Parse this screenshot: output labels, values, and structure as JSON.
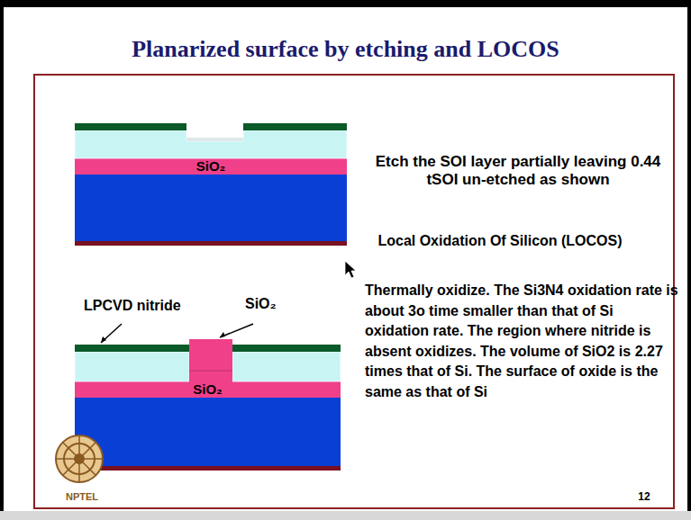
{
  "diagram": {
    "title": "Planarized surface by etching and LOCOS",
    "nodes": [
      {
        "text": [
          "SiO₂"
        ]
      },
      {
        "text": [
          "SiO₂"
        ]
      }
    ],
    "labels": [
      "Etch the SOI layer partially leaving 0.44 tSOI un-etched as shown",
      "Local Oxidation Of Silicon (LOCOS)",
      "Thermally oxidize. The Si3N4 oxidation rate is about 3o time smaller than that of Si oxidation rate. The region where nitride is absent oxidizes. The volume of SiO2 is 2.27 times that of Si. The surface of oxide is the same as that of Si",
      "LPCVD nitride",
      "SiO₂",
      "NPTEL",
      "12"
    ]
  }
}
